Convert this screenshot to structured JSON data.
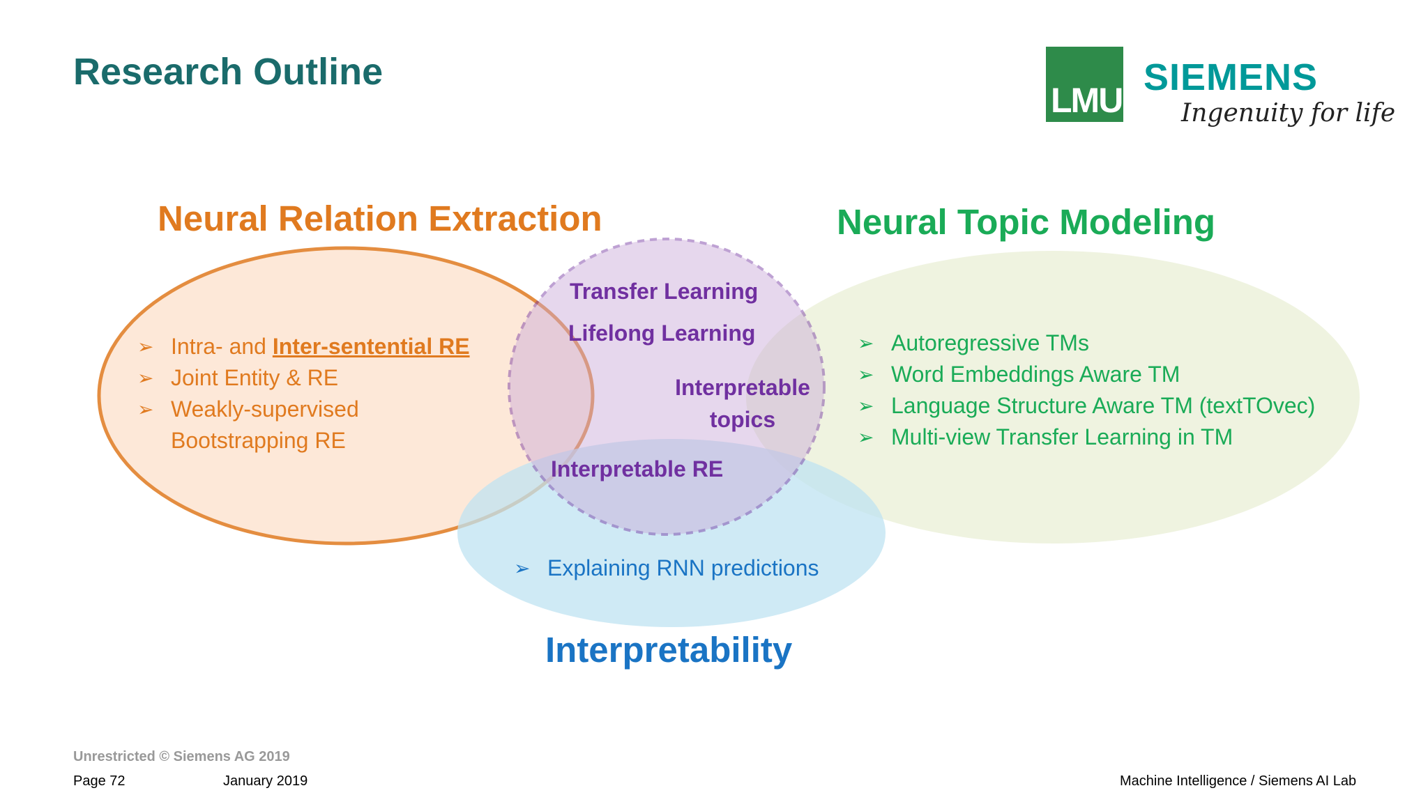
{
  "slide": {
    "title": "Research Outline"
  },
  "logos": {
    "lmu": "LMU",
    "siemens": "SIEMENS",
    "tagline": "Ingenuity for life"
  },
  "diagram": {
    "neural_relation_extraction": {
      "heading": "Neural Relation Extraction",
      "items": [
        {
          "prefix": "Intra- and ",
          "emphasis": "Inter-sentential RE"
        },
        {
          "text": "Joint Entity & RE"
        },
        {
          "text": "Weakly-supervised",
          "continuation": "Bootstrapping RE"
        }
      ],
      "color": "#e07a1f"
    },
    "neural_topic_modeling": {
      "heading": "Neural Topic Modeling",
      "items": [
        "Autoregressive TMs",
        "Word Embeddings Aware TM",
        "Language Structure Aware TM (textTOvec)",
        "Multi-view Transfer Learning in TM"
      ],
      "color": "#1aab57"
    },
    "interpretability": {
      "heading": "Interpretability",
      "items": [
        "Explaining RNN predictions"
      ],
      "color": "#1a74c4"
    },
    "center": {
      "labels": [
        "Transfer Learning",
        "Lifelong Learning",
        "Interpretable topics",
        "Interpretable RE"
      ],
      "color": "#7030a0"
    },
    "bullet_icon": "arrow-bullet-icon"
  },
  "footer": {
    "classification": "Unrestricted © Siemens AG 2019",
    "page": "Page 72",
    "date": "January 2019",
    "department": "Machine Intelligence / Siemens AI Lab"
  }
}
